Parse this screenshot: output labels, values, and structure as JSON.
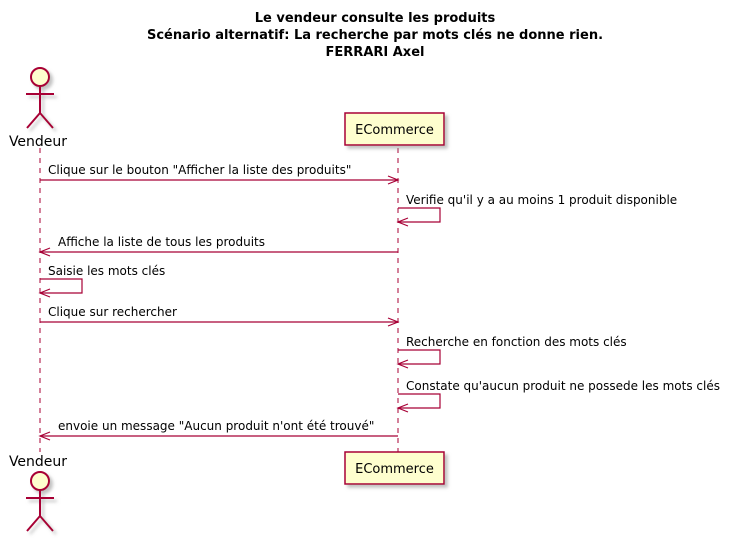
{
  "title": {
    "line1": "Le vendeur consulte les produits",
    "line2": "Scénario alternatif: La recherche par mots clés ne donne rien.",
    "line3": "FERRARI Axel"
  },
  "participants": {
    "actor": "Vendeur",
    "system": "ECommerce"
  },
  "colors": {
    "border": "#A80036",
    "fill": "#FEFECE",
    "shadow": "#CCCCCC"
  },
  "messages": [
    {
      "text": "Clique sur le bouton \"Afficher la liste des produits\"",
      "from": "actor",
      "to": "system"
    },
    {
      "text": "Verifie qu'il y a au moins 1 produit disponible",
      "from": "system",
      "to": "system"
    },
    {
      "text": "Affiche la liste de tous les produits",
      "from": "system",
      "to": "actor"
    },
    {
      "text": "Saisie les mots clés",
      "from": "actor",
      "to": "actor"
    },
    {
      "text": "Clique sur rechercher",
      "from": "actor",
      "to": "system"
    },
    {
      "text": "Recherche en fonction des mots clés",
      "from": "system",
      "to": "system"
    },
    {
      "text": "Constate qu'aucun produit ne possede les mots clés",
      "from": "system",
      "to": "system"
    },
    {
      "text": "envoie un message \"Aucun produit n'ont été trouvé\"",
      "from": "system",
      "to": "actor"
    }
  ]
}
